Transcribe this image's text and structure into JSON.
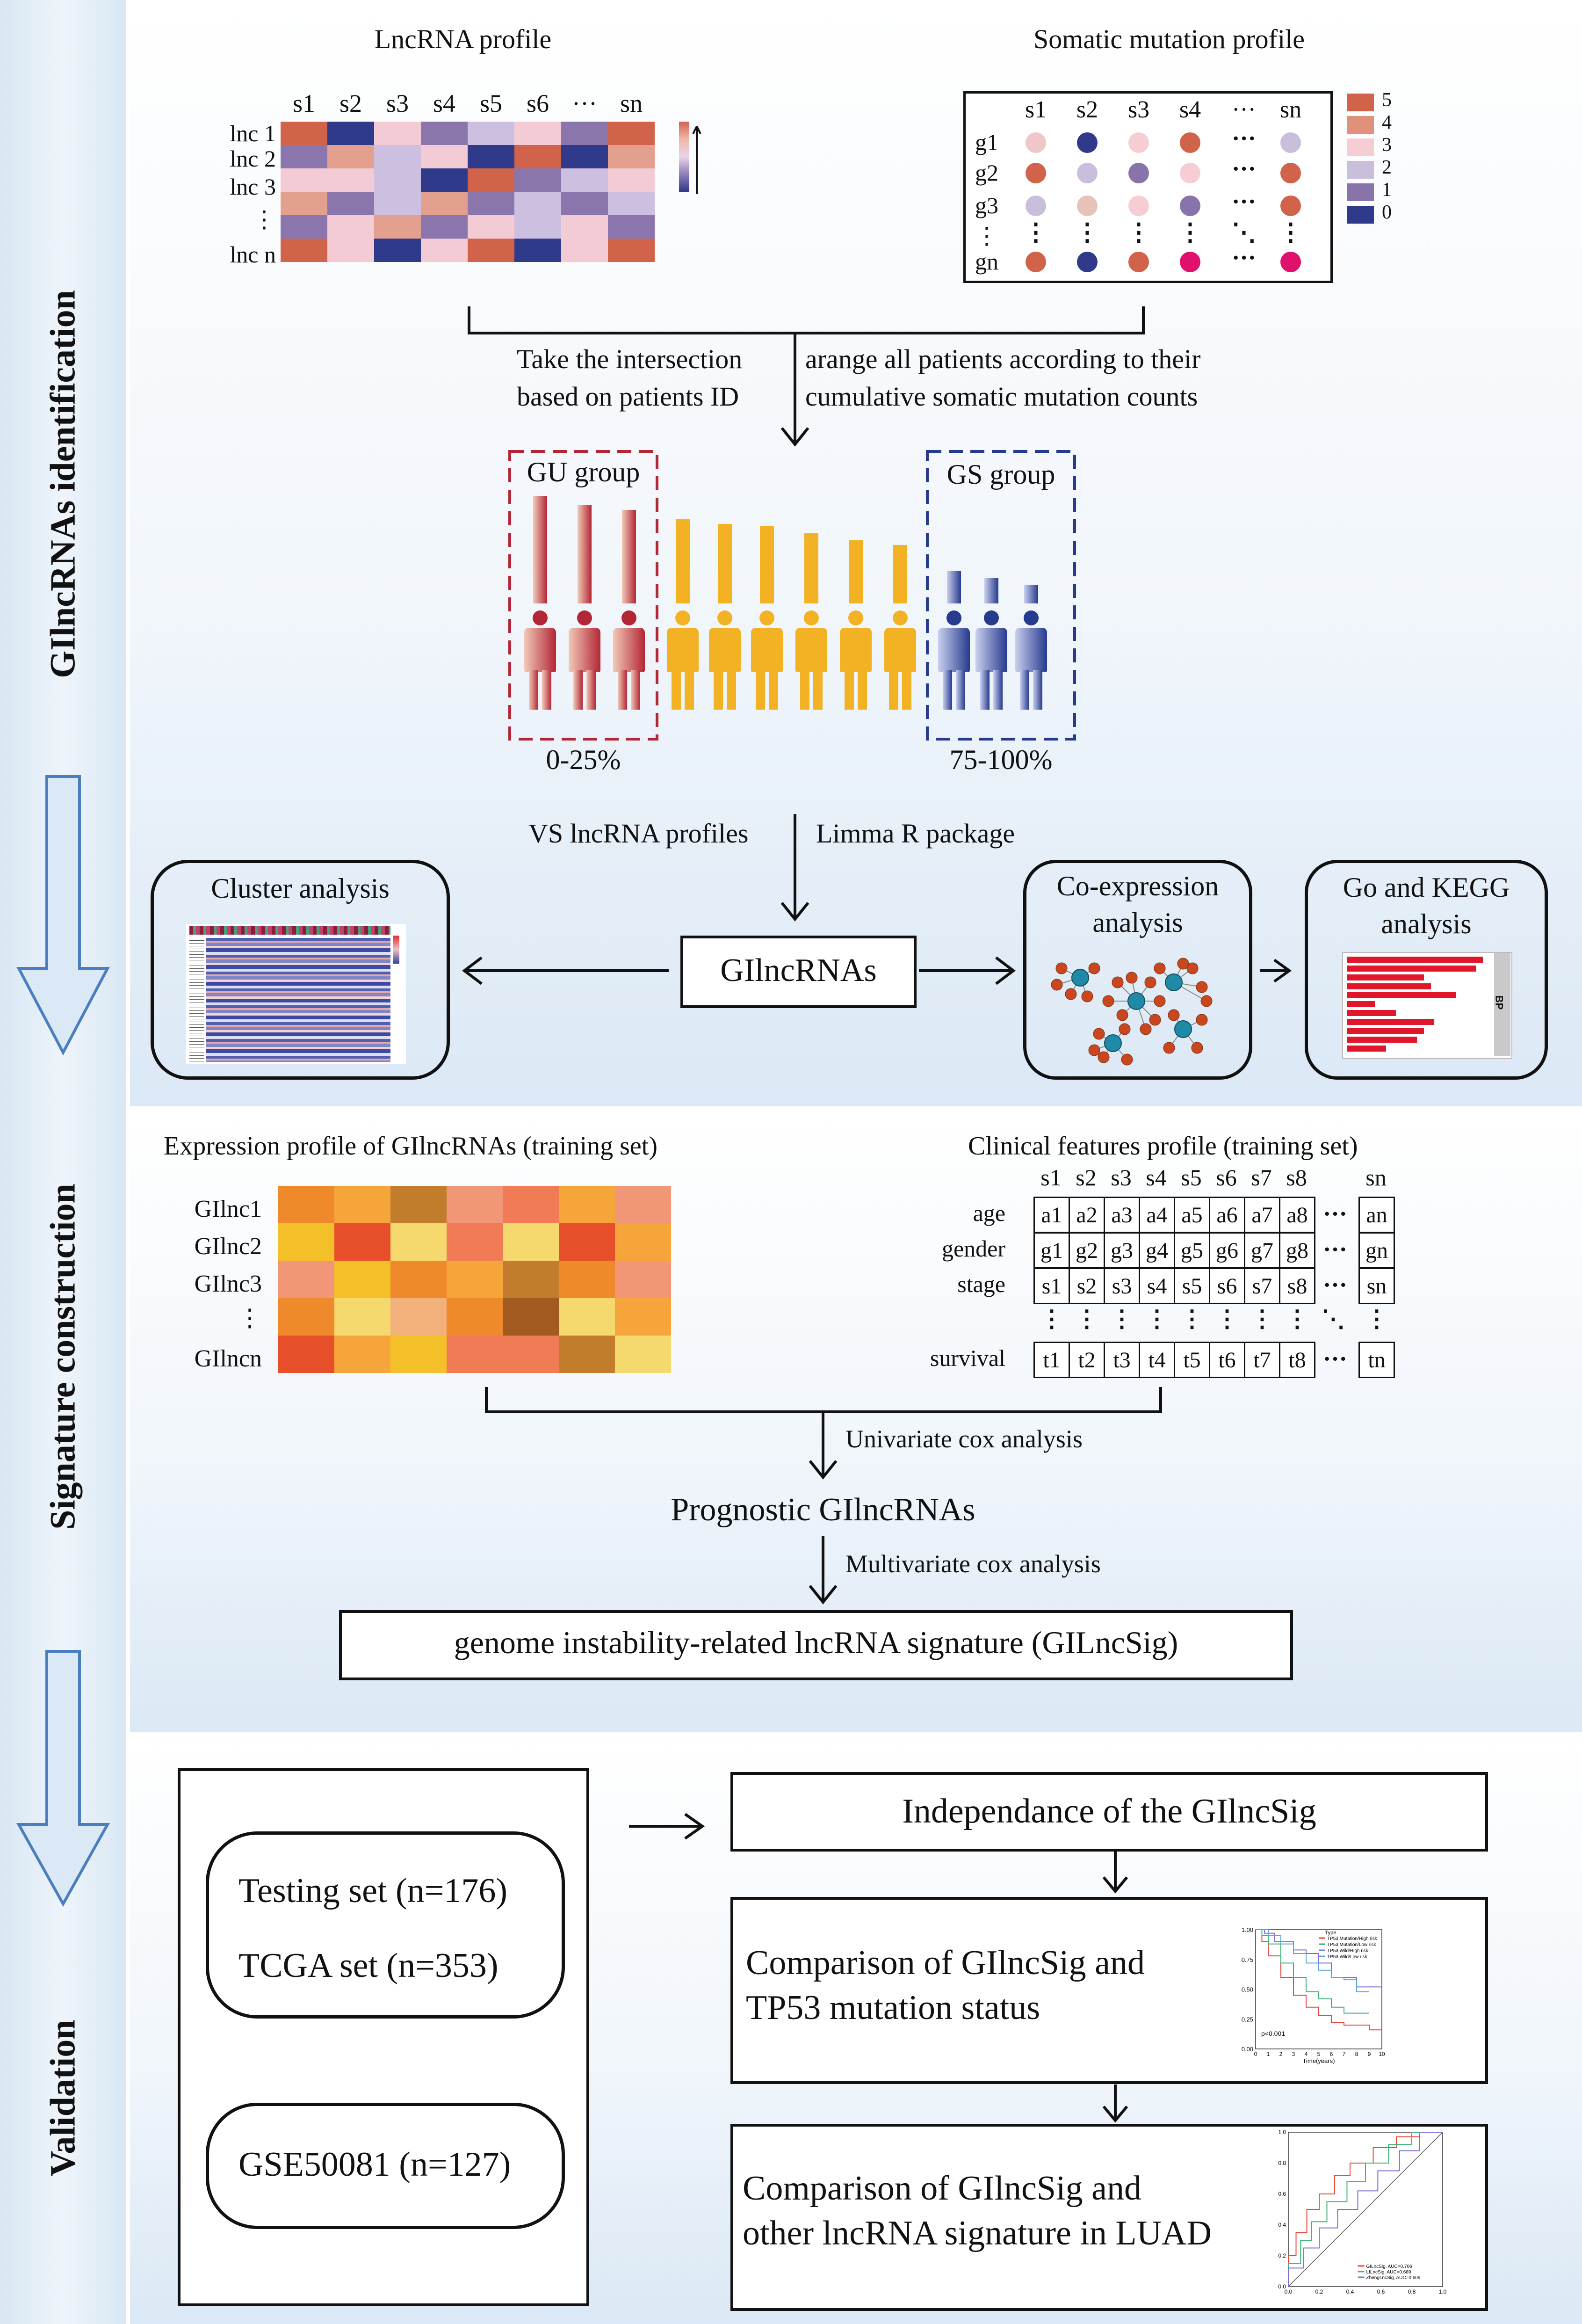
{
  "sidebar": {
    "sections": [
      "GIlncRNAs identification",
      "Signature construction",
      "Validation"
    ]
  },
  "section1": {
    "lnc_title": "LncRNA profile",
    "lnc_samples": [
      "s1",
      "s2",
      "s3",
      "s4",
      "s5",
      "s6",
      "···",
      "sn"
    ],
    "lnc_rows": [
      "lnc 1",
      "lnc 2",
      "lnc 3",
      "⋮",
      "lnc n"
    ],
    "mut_title": "Somatic mutation profile",
    "mut_samples": [
      "s1",
      "s2",
      "s3",
      "s4",
      "···",
      "sn"
    ],
    "mut_rows": [
      "g1",
      "g2",
      "g3",
      "⋮",
      "gn"
    ],
    "mut_legend": [
      "5",
      "4",
      "3",
      "2",
      "1",
      "0"
    ],
    "mut_legend_colors": [
      "#d2634b",
      "#e0917c",
      "#f6cdd3",
      "#cabedd",
      "#8874ab",
      "#2f3a8a"
    ],
    "step_left": "Take the intersection\nbased on patients ID",
    "step_right": "arange all patients according to their\ncumulative somatic mutation counts",
    "gu_label": "GU group",
    "gs_label": "GS group",
    "gu_pct": "0-25%",
    "gs_pct": "75-100%",
    "gu_color": "#b32636",
    "gs_color": "#263a8e",
    "mid_color": "#f2b224",
    "vs_left": "VS lncRNA profiles",
    "vs_right": "Limma R package",
    "cluster": "Cluster analysis",
    "center": "GIlncRNAs",
    "coexp": "Co-expression\nanalysis",
    "gokegg": "Go and KEGG\nanalysis",
    "bp_label": "BP"
  },
  "section2": {
    "expr_title": "Expression profile of GIlncRNAs (training set)",
    "expr_rows": [
      "GIlnc1",
      "GIlnc2",
      "GIlnc3",
      "⋮",
      "GIlncn"
    ],
    "clin_title": "Clinical features profile (training set)",
    "clin_samples": [
      "s1",
      "s2",
      "s3",
      "s4",
      "s5",
      "s6",
      "s7",
      "s8",
      "sn"
    ],
    "clin_rows": [
      {
        "label": "age",
        "cells": [
          "a1",
          "a2",
          "a3",
          "a4",
          "a5",
          "a6",
          "a7",
          "a8",
          "an"
        ]
      },
      {
        "label": "gender",
        "cells": [
          "g1",
          "g2",
          "g3",
          "g4",
          "g5",
          "g6",
          "g7",
          "g8",
          "gn"
        ]
      },
      {
        "label": "stage",
        "cells": [
          "s1",
          "s2",
          "s3",
          "s4",
          "s5",
          "s6",
          "s7",
          "s8",
          "sn"
        ]
      },
      {
        "label": "survival",
        "cells": [
          "t1",
          "t2",
          "t3",
          "t4",
          "t5",
          "t6",
          "t7",
          "t8",
          "tn"
        ]
      }
    ],
    "univariate": "Univariate cox analysis",
    "prognostic": "Prognostic GIlncRNAs",
    "multivariate": "Multivariate cox analysis",
    "signature": "genome instability-related lncRNA signature (GILncSig)"
  },
  "section3": {
    "testing": "Testing set (n=176)",
    "tcga": "TCGA set (n=353)",
    "geo": "GSE50081 (n=127)",
    "independence": "Independance of the GIlncSig",
    "tp53": "Comparison of GIlncSig and\nTP53 mutation status",
    "other": "Comparison of GIlncSig and\nother lncRNA signature in LUAD",
    "km_legend_title": "Type",
    "km_legend": [
      "TP53 Mutation/High risk",
      "TP53 Mutation/Low risk",
      "TP53 Wild/High risk",
      "TP53 Wild/Low risk"
    ],
    "km_colors": [
      "#e8463c",
      "#3bb37a",
      "#7b6fd6",
      "#5aa6d8"
    ],
    "km_pvalue": "p<0.001",
    "km_yticks": [
      "1.00",
      "0.75",
      "0.50",
      "0.25",
      "0.00"
    ],
    "km_xticks": [
      "0",
      "1",
      "2",
      "3",
      "4",
      "5",
      "6",
      "7",
      "8",
      "9",
      "10"
    ],
    "km_xlabel": "Time(years)",
    "roc_legend": [
      "GILncSig, AUC=0.706",
      "LILncSig, AUC=0.669",
      "ZhengLncSig, AUC=0.609"
    ],
    "roc_colors": [
      "#e8463c",
      "#3bb37a",
      "#7b6fd6"
    ],
    "roc_ticks": [
      "0.0",
      "0.2",
      "0.4",
      "0.6",
      "0.8",
      "1.0"
    ]
  }
}
